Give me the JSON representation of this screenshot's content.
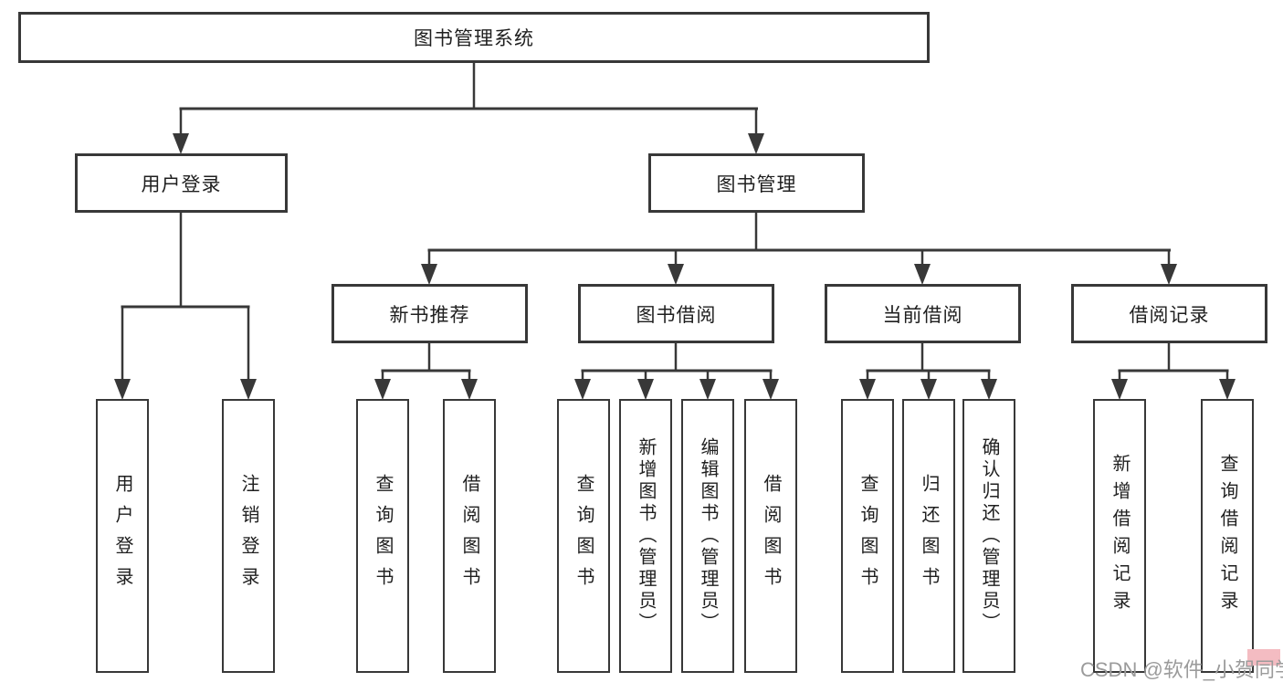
{
  "diagram": {
    "nodes": {
      "root": {
        "label": "图书管理系统"
      },
      "user_login": {
        "label": "用户登录"
      },
      "book_mgmt": {
        "label": "图书管理"
      },
      "new_book_rec": {
        "label": "新书推荐"
      },
      "book_borrow": {
        "label": "图书借阅"
      },
      "current_borrow": {
        "label": "当前借阅"
      },
      "borrow_records": {
        "label": "借阅记录"
      },
      "leaf_user_login": {
        "label": "用户登录"
      },
      "leaf_logout": {
        "label": "注销登录"
      },
      "leaf_query_book_1": {
        "label": "查询图书"
      },
      "leaf_borrow_book_1": {
        "label": "借阅图书"
      },
      "leaf_query_book_2": {
        "label": "查询图书"
      },
      "leaf_add_book": {
        "label": "新增图书（管理员）"
      },
      "leaf_edit_book": {
        "label": "编辑图书（管理员）"
      },
      "leaf_borrow_book_2": {
        "label": "借阅图书"
      },
      "leaf_query_book_3": {
        "label": "查询图书"
      },
      "leaf_return_book": {
        "label": "归还图书"
      },
      "leaf_confirm_return": {
        "label": "确认归还（管理员）"
      },
      "leaf_add_borrow_record": {
        "label": "新增借阅记录"
      },
      "leaf_query_borrow_record": {
        "label": "查询借阅记录"
      }
    }
  },
  "watermark": {
    "text": "CSDN @软件_小贺同学"
  },
  "colors": {
    "line": "#383838",
    "text": "#1f1f1f",
    "watermark_gray": "#9b9b9b",
    "watermark_accent": "#f4bcc2"
  }
}
